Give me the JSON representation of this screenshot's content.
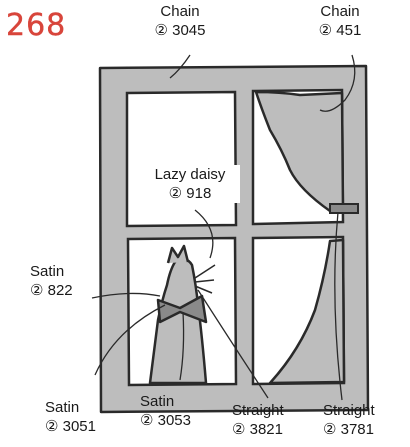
{
  "pattern_number": "268",
  "colors": {
    "frame": "#bdbdbd",
    "outline": "#2a2a2a",
    "number": "#d8453b",
    "pane": "#ffffff"
  },
  "labels": {
    "top_left": {
      "stitch": "Chain",
      "thread": "② 3045"
    },
    "top_right": {
      "stitch": "Chain",
      "thread": "② 451"
    },
    "center": {
      "stitch": "Lazy daisy",
      "thread": "② 918"
    },
    "mid_left": {
      "stitch": "Satin",
      "thread": "② 822"
    },
    "bottom_1": {
      "stitch": "Satin",
      "thread": "② 3051"
    },
    "bottom_2": {
      "stitch": "Satin",
      "thread": "② 3053"
    },
    "bottom_3": {
      "stitch": "Straight",
      "thread": "② 3821"
    },
    "bottom_4": {
      "stitch": "Straight",
      "thread": "② 3781"
    }
  }
}
